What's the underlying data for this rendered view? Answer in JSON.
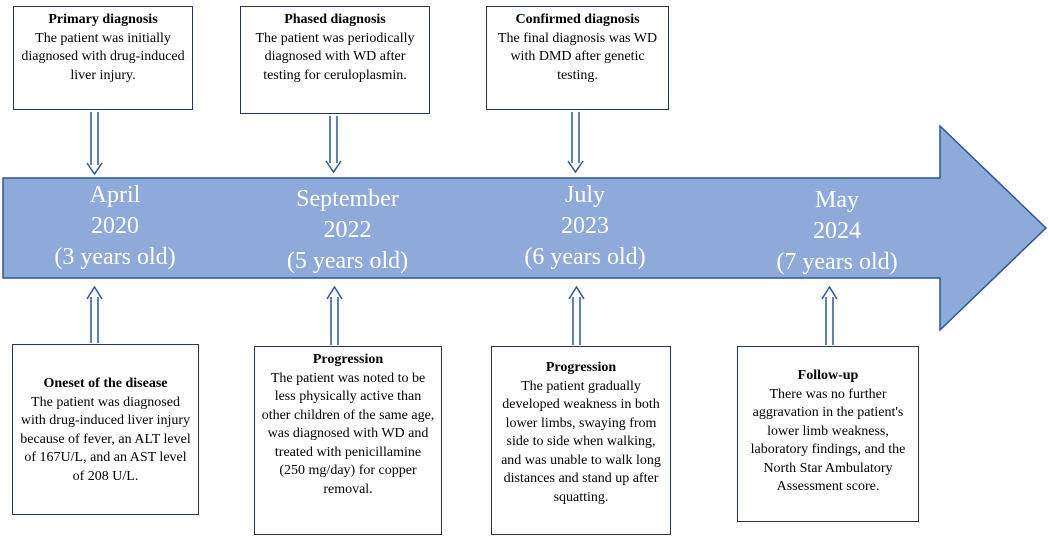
{
  "top_boxes": [
    {
      "title": "Primary diagnosis",
      "text": "The patient was initially diagnosed with drug-induced liver injury."
    },
    {
      "title": "Phased diagnosis",
      "text": "The patient was periodically diagnosed with WD after testing for ceruloplasmin."
    },
    {
      "title": "Confirmed diagnosis",
      "text": "The final diagnosis was WD with DMD after genetic testing."
    }
  ],
  "milestones": [
    {
      "month": "April",
      "year": "2020",
      "age": "(3 years old)"
    },
    {
      "month": "September",
      "year": "2022",
      "age": "(5 years old)"
    },
    {
      "month": "July",
      "year": "2023",
      "age": "(6 years old)"
    },
    {
      "month": "May",
      "year": "2024",
      "age": "(7 years old)"
    }
  ],
  "bottom_boxes": [
    {
      "title": "Oneset of the disease",
      "text": "The patient was diagnosed with drug-induced liver injury because of fever, an ALT level of 167U/L, and an AST level of 208 U/L."
    },
    {
      "title": "Progression",
      "text": "The patient was noted to be less physically active than other children of the same age, was diagnosed with WD and treated with penicillamine (250 mg/day) for copper removal."
    },
    {
      "title": "Progression",
      "text": "The patient gradually developed weakness in both lower limbs, swaying from side to side when walking, and was unable to walk long distances and stand up after squatting."
    },
    {
      "title": "Follow-up",
      "text": "There was no further aggravation in the patient's lower limb weakness, laboratory findings, and the North Star Ambulatory Assessment score."
    }
  ],
  "colors": {
    "arrow_fill": "#8eaadb",
    "arrow_stroke": "#2f5597",
    "connector": "#2f5597",
    "box_border": "#1f3864"
  }
}
